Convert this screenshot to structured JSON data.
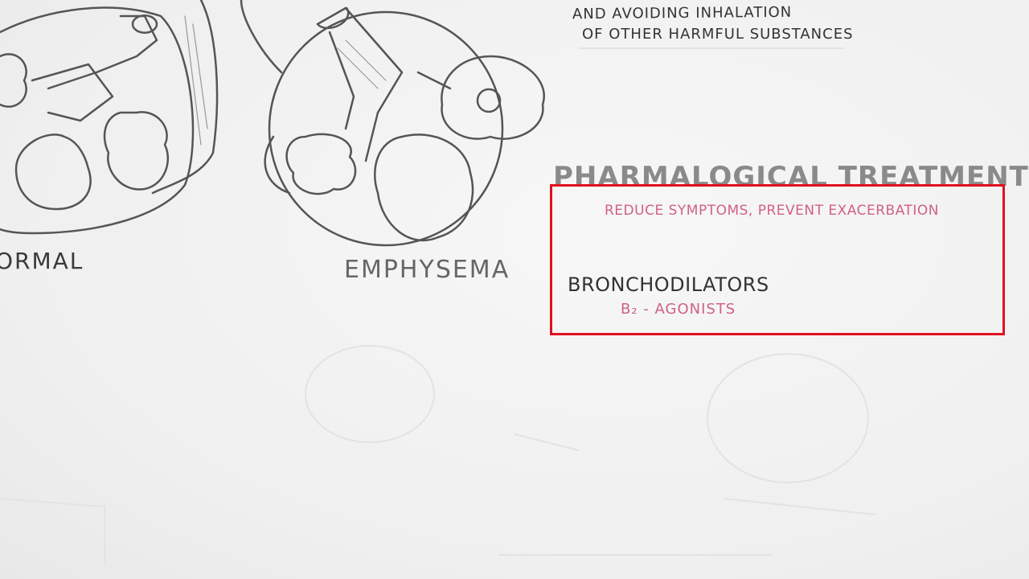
{
  "notes": {
    "line1": "AND AVOIDING INHALATION",
    "line2": "OF OTHER HARMFUL SUBSTANCES"
  },
  "diagram": {
    "normal_label": "ORMAL",
    "emphysema_label": "EMPHYSEMA"
  },
  "treatment": {
    "heading": "PHARMALOGICAL TREATMENT",
    "goal": "REDUCE SYMPTOMS, PREVENT EXACERBATION",
    "class_name": "BRONCHODILATORS",
    "subclass": "B₂ - AGONISTS"
  },
  "colors": {
    "highlight": "#e0101e",
    "accent_pink": "#d0608a",
    "ink": "#333333"
  }
}
